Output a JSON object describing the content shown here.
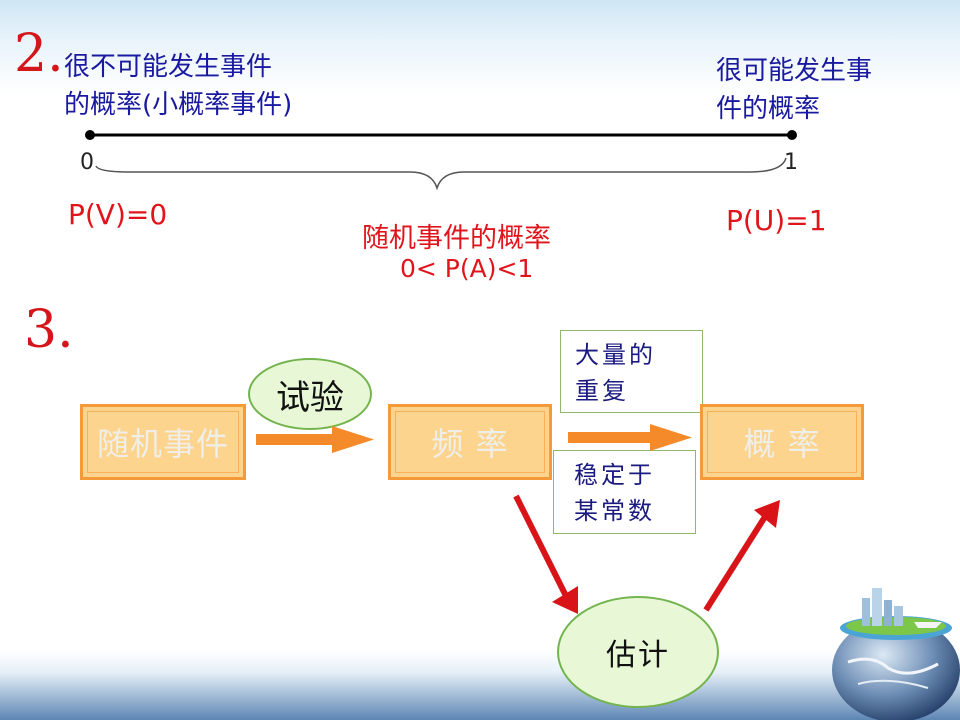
{
  "section2": {
    "number": "2.",
    "left_label_line1": "很不可能发生事件",
    "left_label_line2": "的概率(小概率事件)",
    "right_label_line1": "很可能发生事",
    "right_label_line2": "件的概率",
    "tick_start": "0",
    "tick_end": "1",
    "p_v": "P(V)=0",
    "p_u": "P(U)=1",
    "middle_title": "随机事件的概率",
    "middle_range": "0< P(A)<1"
  },
  "section3": {
    "number": "3.",
    "box_random_event": "随机事件",
    "box_frequency": "频 率",
    "box_probability": "概 率",
    "oval_experiment": "试验",
    "oval_estimate": "估计",
    "note_repeat_line1": "大量的",
    "note_repeat_line2": "重复",
    "note_stable_line1": "稳定于",
    "note_stable_line2": "某常数"
  },
  "colors": {
    "red": "#e0151c",
    "blue_text": "#1a1aa0",
    "box_fill": "#fdd48d",
    "box_border": "#f59a38",
    "arrow_orange": "#f58a2b",
    "oval_fill": "#e8f8d6"
  },
  "decor": {
    "globe_image": "globe-city-icon"
  }
}
